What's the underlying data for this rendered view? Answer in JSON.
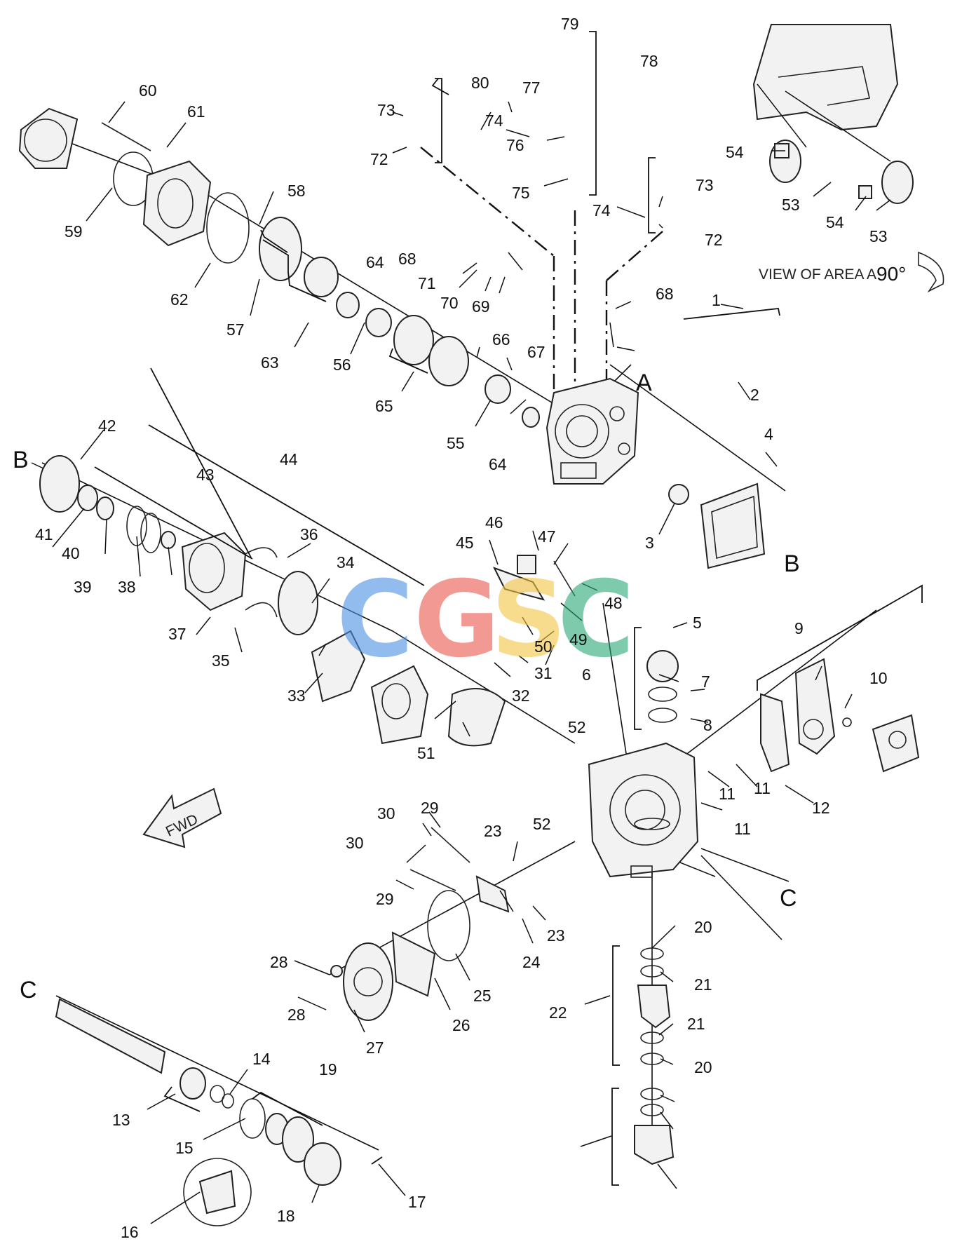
{
  "view_caption": "VIEW OF AREA A",
  "rotation_label": "90°",
  "fwd_label": "FWD",
  "watermark": [
    {
      "char": "C",
      "color": "#4a90e2"
    },
    {
      "char": "G",
      "color": "#e8574a"
    },
    {
      "char": "S",
      "color": "#f5c542"
    },
    {
      "char": "C",
      "color": "#2aa876"
    }
  ],
  "section_letters": {
    "a": "A",
    "b": "B",
    "c": "C"
  },
  "callouts": [
    "1",
    "2",
    "3",
    "4",
    "5",
    "6",
    "7",
    "8",
    "9",
    "10",
    "11",
    "12",
    "13",
    "14",
    "15",
    "16",
    "17",
    "18",
    "19",
    "20",
    "21",
    "22",
    "23",
    "24",
    "25",
    "26",
    "27",
    "28",
    "29",
    "30",
    "31",
    "32",
    "33",
    "34",
    "35",
    "36",
    "37",
    "38",
    "39",
    "40",
    "41",
    "42",
    "43",
    "44",
    "45",
    "46",
    "47",
    "48",
    "49",
    "50",
    "51",
    "52",
    "53",
    "54",
    "55",
    "56",
    "57",
    "58",
    "59",
    "60",
    "61",
    "62",
    "63",
    "64",
    "65",
    "66",
    "67",
    "68",
    "69",
    "70",
    "71",
    "72",
    "73",
    "74",
    "75",
    "76",
    "77",
    "78",
    "79",
    "80"
  ]
}
